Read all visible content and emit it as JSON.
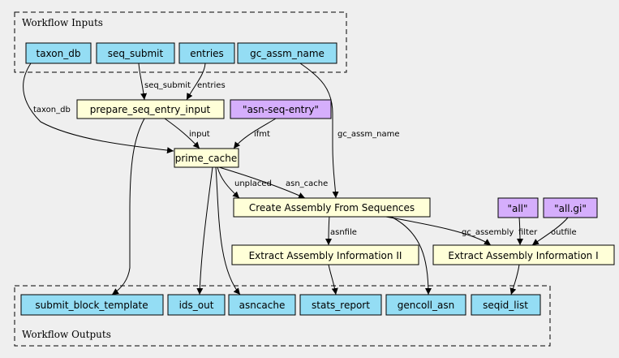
{
  "clusters": {
    "inputs_label": "Workflow Inputs",
    "outputs_label": "Workflow Outputs"
  },
  "colors": {
    "background": "#efefef",
    "io_node": "#94ddf4",
    "step_node": "#ffffd8",
    "constant_node": "#d5aefc"
  },
  "inputs": {
    "taxon_db": "taxon_db",
    "seq_submit": "seq_submit",
    "entries": "entries",
    "gc_assm_name": "gc_assm_name"
  },
  "steps": {
    "prepare_seq_entry_input": "prepare_seq_entry_input",
    "prime_cache": "prime_cache",
    "create_assembly": "Create Assembly From Sequences",
    "extract_info_ii": "Extract Assembly Information II",
    "extract_info_i": "Extract Assembly Information I"
  },
  "constants": {
    "asn_seq_entry": "\"asn-seq-entry\"",
    "all": "\"all\"",
    "all_gi": "\"all.gi\""
  },
  "outputs": {
    "submit_block_template": "submit_block_template",
    "ids_out": "ids_out",
    "asncache": "asncache",
    "stats_report": "stats_report",
    "gencoll_asn": "gencoll_asn",
    "seqid_list": "seqid_list"
  },
  "edge_labels": {
    "seq_submit": "seq_submit",
    "entries": "entries",
    "taxon_db": "taxon_db",
    "input": "input",
    "ifmt": "ifmt",
    "gc_assm_name": "gc_assm_name",
    "unplaced": "unplaced",
    "asn_cache": "asn_cache",
    "asnfile": "asnfile",
    "gc_assembly": "gc_assembly",
    "filter": "filter",
    "outfile": "outfile"
  }
}
